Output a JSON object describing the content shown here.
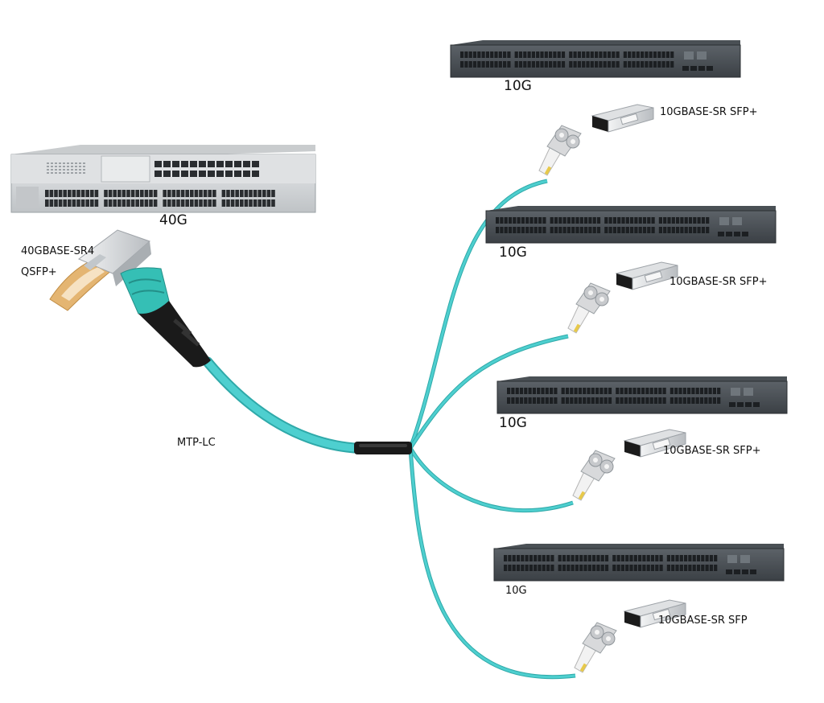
{
  "core_switch": {
    "speed_label": "40G"
  },
  "qsfp_module": {
    "label_line1": "40GBASE-SR4",
    "label_line2": "QSFP+"
  },
  "cable": {
    "label": "MTP-LC"
  },
  "access_switches": [
    {
      "speed_label": "10G",
      "module_label": "10GBASE-SR SFP+"
    },
    {
      "speed_label": "10G",
      "module_label": "10GBASE-SR SFP+"
    },
    {
      "speed_label": "10G",
      "module_label": "10GBASE-SR SFP+"
    },
    {
      "speed_label": "10G",
      "module_label": "10GBASE-SR SFP"
    }
  ],
  "colors": {
    "fiber": "#4ecfcf",
    "fiber_dark": "#2fa9a9",
    "switch_body": "#3a3f44",
    "switch_face": "#52585e",
    "port": "#1c1f22",
    "chassis": "#d4d6d8",
    "connector_aqua": "#35bfb5",
    "boot_black": "#1a1a1a"
  },
  "icons": {
    "core_switch": "chassis-switch-icon",
    "access_switch": "rack-switch-icon",
    "qsfp": "qsfp-transceiver-icon",
    "sfp": "sfp-transceiver-icon",
    "lc": "lc-duplex-connector-icon",
    "mtp": "mtp-connector-icon",
    "breakout": "fanout-breakout-icon"
  }
}
